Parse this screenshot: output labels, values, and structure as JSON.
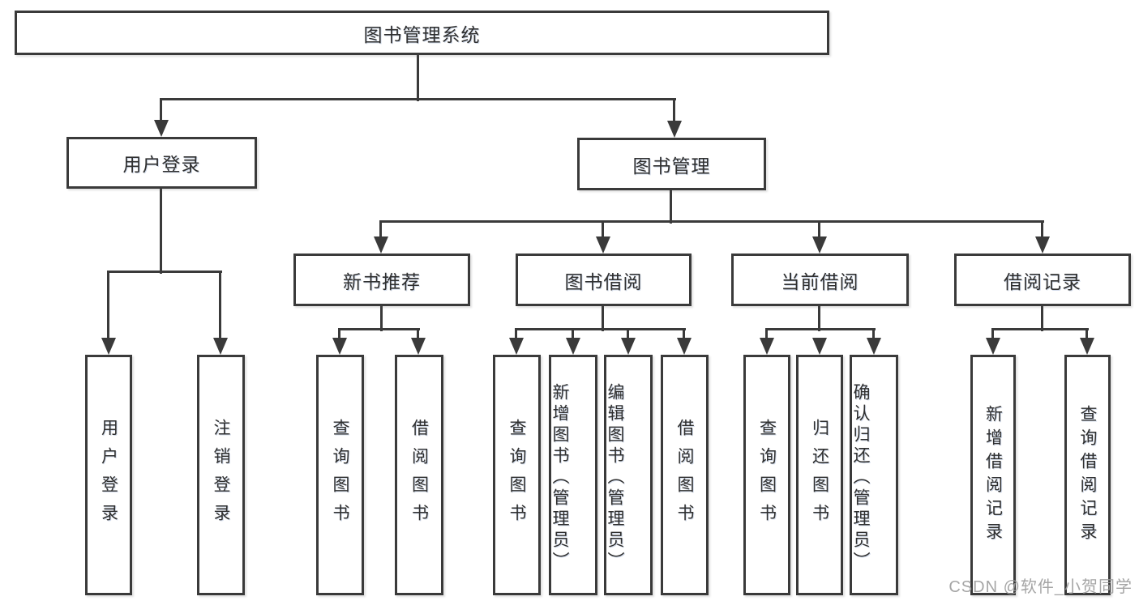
{
  "page": {
    "background_color": "#ffffff",
    "line_color": "#3a3a3a",
    "text_color": "#2f2f2f"
  },
  "diagram": {
    "title": "图书管理系统",
    "type": "hierarchy-tree",
    "nodes": [
      {
        "id": "root",
        "label": "图书管理系统",
        "parent": null
      },
      {
        "id": "user-login",
        "label": "用户登录",
        "parent": "root"
      },
      {
        "id": "book-mgmt",
        "label": "图书管理",
        "parent": "root"
      },
      {
        "id": "login",
        "label": "用户登录",
        "parent": "user-login"
      },
      {
        "id": "logout",
        "label": "注销登录",
        "parent": "user-login"
      },
      {
        "id": "new-book-rec",
        "label": "新书推荐",
        "parent": "book-mgmt"
      },
      {
        "id": "book-borrow",
        "label": "图书借阅",
        "parent": "book-mgmt"
      },
      {
        "id": "current-borrow",
        "label": "当前借阅",
        "parent": "book-mgmt"
      },
      {
        "id": "borrow-records",
        "label": "借阅记录",
        "parent": "book-mgmt"
      },
      {
        "id": "rec-query-book",
        "label": "查询图书",
        "parent": "new-book-rec"
      },
      {
        "id": "rec-borrow-book",
        "label": "借阅图书",
        "parent": "new-book-rec"
      },
      {
        "id": "bb-query-book",
        "label": "查询图书",
        "parent": "book-borrow"
      },
      {
        "id": "bb-add-book",
        "label": "新增图书（管理员）",
        "parent": "book-borrow"
      },
      {
        "id": "bb-edit-book",
        "label": "编辑图书（管理员）",
        "parent": "book-borrow"
      },
      {
        "id": "bb-borrow-book",
        "label": "借阅图书",
        "parent": "book-borrow"
      },
      {
        "id": "cb-query-book",
        "label": "查询图书",
        "parent": "current-borrow"
      },
      {
        "id": "cb-return-book",
        "label": "归还图书",
        "parent": "current-borrow"
      },
      {
        "id": "cb-confirm-return",
        "label": "确认归还（管理员）",
        "parent": "current-borrow"
      },
      {
        "id": "br-add-record",
        "label": "新增借阅记录",
        "parent": "borrow-records"
      },
      {
        "id": "br-query-record",
        "label": "查询借阅记录",
        "parent": "borrow-records"
      }
    ]
  },
  "watermark": {
    "text": "CSDN @软件_小贺同学",
    "color": "#9c9c9c"
  }
}
